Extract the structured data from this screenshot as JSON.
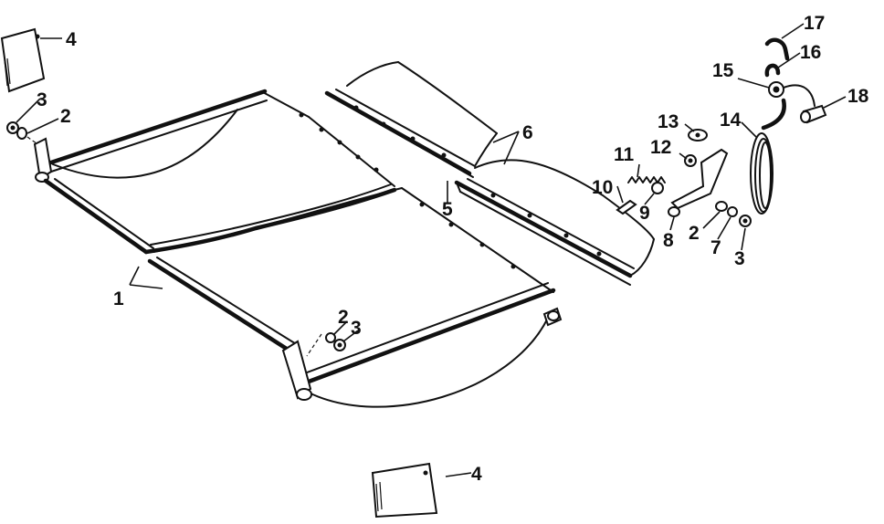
{
  "diagram": {
    "callouts": [
      {
        "id": "c-4a",
        "text": "4"
      },
      {
        "id": "c-3a",
        "text": "3"
      },
      {
        "id": "c-2a",
        "text": "2"
      },
      {
        "id": "c-1",
        "text": "1"
      },
      {
        "id": "c-5",
        "text": "5"
      },
      {
        "id": "c-6",
        "text": "6"
      },
      {
        "id": "c-2b",
        "text": "2"
      },
      {
        "id": "c-3b",
        "text": "3"
      },
      {
        "id": "c-4b",
        "text": "4"
      },
      {
        "id": "c-13",
        "text": "13"
      },
      {
        "id": "c-12",
        "text": "12"
      },
      {
        "id": "c-11",
        "text": "11"
      },
      {
        "id": "c-10",
        "text": "10"
      },
      {
        "id": "c-9",
        "text": "9"
      },
      {
        "id": "c-8",
        "text": "8"
      },
      {
        "id": "c-2c",
        "text": "2"
      },
      {
        "id": "c-7",
        "text": "7"
      },
      {
        "id": "c-3c",
        "text": "3"
      },
      {
        "id": "c-14",
        "text": "14"
      },
      {
        "id": "c-15",
        "text": "15"
      },
      {
        "id": "c-16",
        "text": "16"
      },
      {
        "id": "c-17",
        "text": "17"
      },
      {
        "id": "c-18",
        "text": "18"
      }
    ]
  }
}
